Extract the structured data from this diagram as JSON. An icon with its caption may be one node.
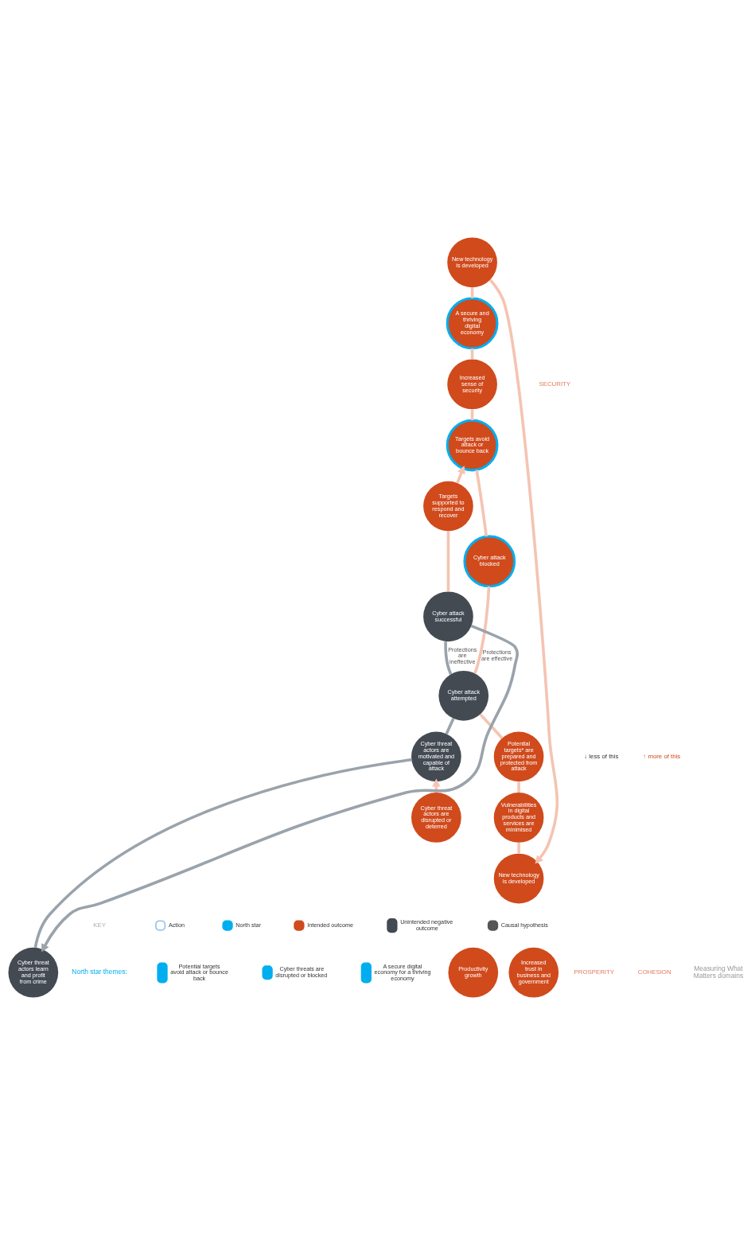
{
  "diagram": {
    "nodes": [
      {
        "text": [
          "New technology is developed"
        ]
      },
      {
        "text": [
          "Vulnerabilities in digital products and services are minimised"
        ]
      },
      {
        "text": [
          "Cyber threat actors are disrupted or deterred"
        ]
      },
      {
        "text": [
          "Cyber threat actors are motivated and capable of attack"
        ]
      },
      {
        "text": [
          "Potential targets* are prepared and protected from attack"
        ]
      },
      {
        "text": [
          "Cyber attack attempted"
        ]
      },
      {
        "text": [
          "Cyber threat actors learn and profit from crime"
        ]
      },
      {
        "text": [
          "Cyber attack successful"
        ]
      },
      {
        "text": [
          "Cyber attack blocked"
        ]
      },
      {
        "text": [
          "Targets supported to respond and recover"
        ]
      },
      {
        "text": [
          "Targets avoid attack or bounce back"
        ]
      },
      {
        "text": [
          "Productivity growth"
        ]
      },
      {
        "text": [
          "Increased sense of security"
        ]
      },
      {
        "text": [
          "Increased trust in business and government"
        ]
      },
      {
        "text": [
          "A secure and thriving digital economy"
        ]
      },
      {
        "text": [
          "New technology is developed"
        ]
      }
    ],
    "edges": [
      {
        "from": 0,
        "to": 1,
        "arrow": "none"
      },
      {
        "from": 1,
        "to": 4,
        "arrow": "none"
      },
      {
        "from": 2,
        "to": 3,
        "arrow": "to"
      },
      {
        "from": 4,
        "to": 5,
        "arrow": "none"
      },
      {
        "from": 3,
        "to": 5,
        "arrow": "none",
        "color": "#9aa3ab"
      },
      {
        "from": 5,
        "to": 7,
        "arrow": "none",
        "label": "Protections are ineffective",
        "color": "#9aa3ab"
      },
      {
        "from": 7,
        "to": 6,
        "arrow": "to",
        "color": "#9aa3ab"
      },
      {
        "from": 6,
        "to": 3,
        "arrow": "none",
        "color": "#9aa3ab"
      },
      {
        "from": 5,
        "to": 8,
        "arrow": "none",
        "label": "Protections are effective"
      },
      {
        "from": 7,
        "to": 9,
        "arrow": "none"
      },
      {
        "from": 9,
        "to": 10,
        "arrow": "to"
      },
      {
        "from": 8,
        "to": 10,
        "arrow": "none"
      },
      {
        "from": 10,
        "to": 12,
        "arrow": "none"
      },
      {
        "from": 12,
        "to": 14,
        "arrow": "none"
      },
      {
        "from": 14,
        "to": 15,
        "arrow": "none"
      },
      {
        "from": 15,
        "to": 0,
        "arrow": "to"
      }
    ],
    "labels": [
      "PROSPERITY",
      "SECURITY",
      "COHESION",
      "Measuring What Matters domains",
      "↓ less of this",
      "↑ more of this",
      "KEY",
      "North star themes:"
    ],
    "legend": [
      {
        "text": "Action"
      },
      {
        "text": "North star"
      },
      {
        "text": "Intended outcome",
        "color": "#d04a1c"
      },
      {
        "text": "Unintended negative outcome",
        "color": "#434a52"
      },
      {
        "text": "Causal hypothesis"
      },
      {
        "text": "Potential targets avoid attack or bounce back"
      },
      {
        "text": "Cyber threats are disrupted or blocked"
      },
      {
        "text": "A secure digital economy for a thriving economy"
      }
    ]
  }
}
